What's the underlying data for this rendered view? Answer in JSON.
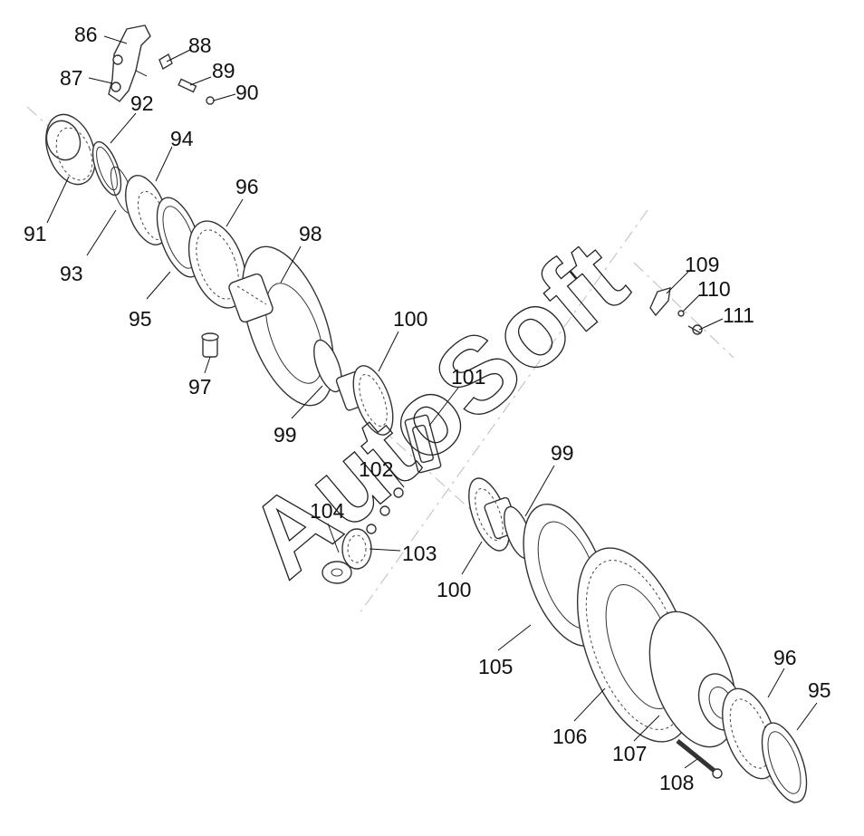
{
  "watermark": "AutoSoft",
  "callouts": {
    "c86": "86",
    "c87": "87",
    "c88": "88",
    "c89": "89",
    "c90": "90",
    "c91": "91",
    "c92": "92",
    "c93": "93",
    "c94": "94",
    "c95a": "95",
    "c96a": "96",
    "c97": "97",
    "c98": "98",
    "c99a": "99",
    "c100a": "100",
    "c101": "101",
    "c102": "102",
    "c103": "103",
    "c104": "104",
    "c99b": "99",
    "c100b": "100",
    "c105": "105",
    "c106": "106",
    "c107": "107",
    "c108": "108",
    "c96b": "96",
    "c95b": "95",
    "c109": "109",
    "c110": "110",
    "c111": "111"
  }
}
